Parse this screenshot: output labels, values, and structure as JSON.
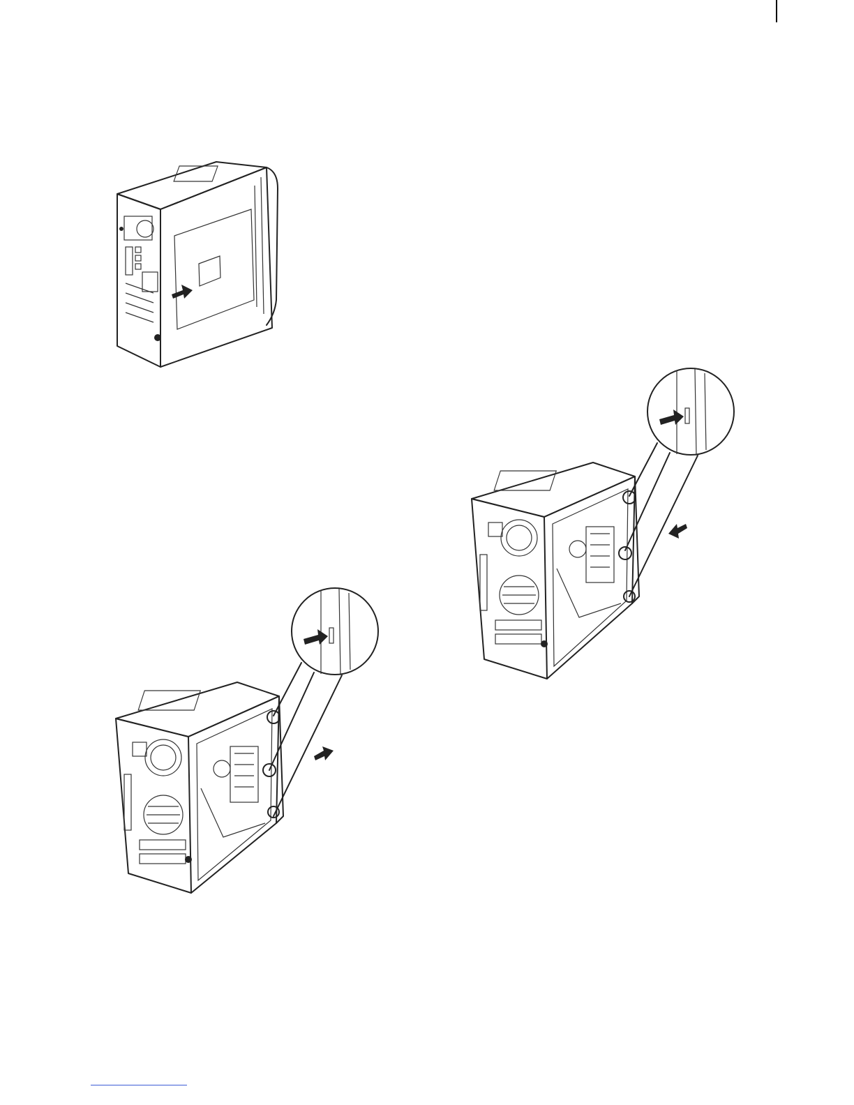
{
  "page": {
    "figures": [
      {
        "id": "fig-1",
        "kind": "line-art",
        "arrow_direction": "toward-front"
      },
      {
        "id": "fig-2",
        "kind": "line-art",
        "arrow_direction": "toward-rear"
      },
      {
        "id": "fig-3",
        "kind": "line-art",
        "arrow_direction": "toward-front"
      }
    ],
    "footer": {
      "link_text": ""
    },
    "colors": {
      "line": "#222222",
      "link": "#3b5bd6",
      "background": "#ffffff"
    }
  }
}
